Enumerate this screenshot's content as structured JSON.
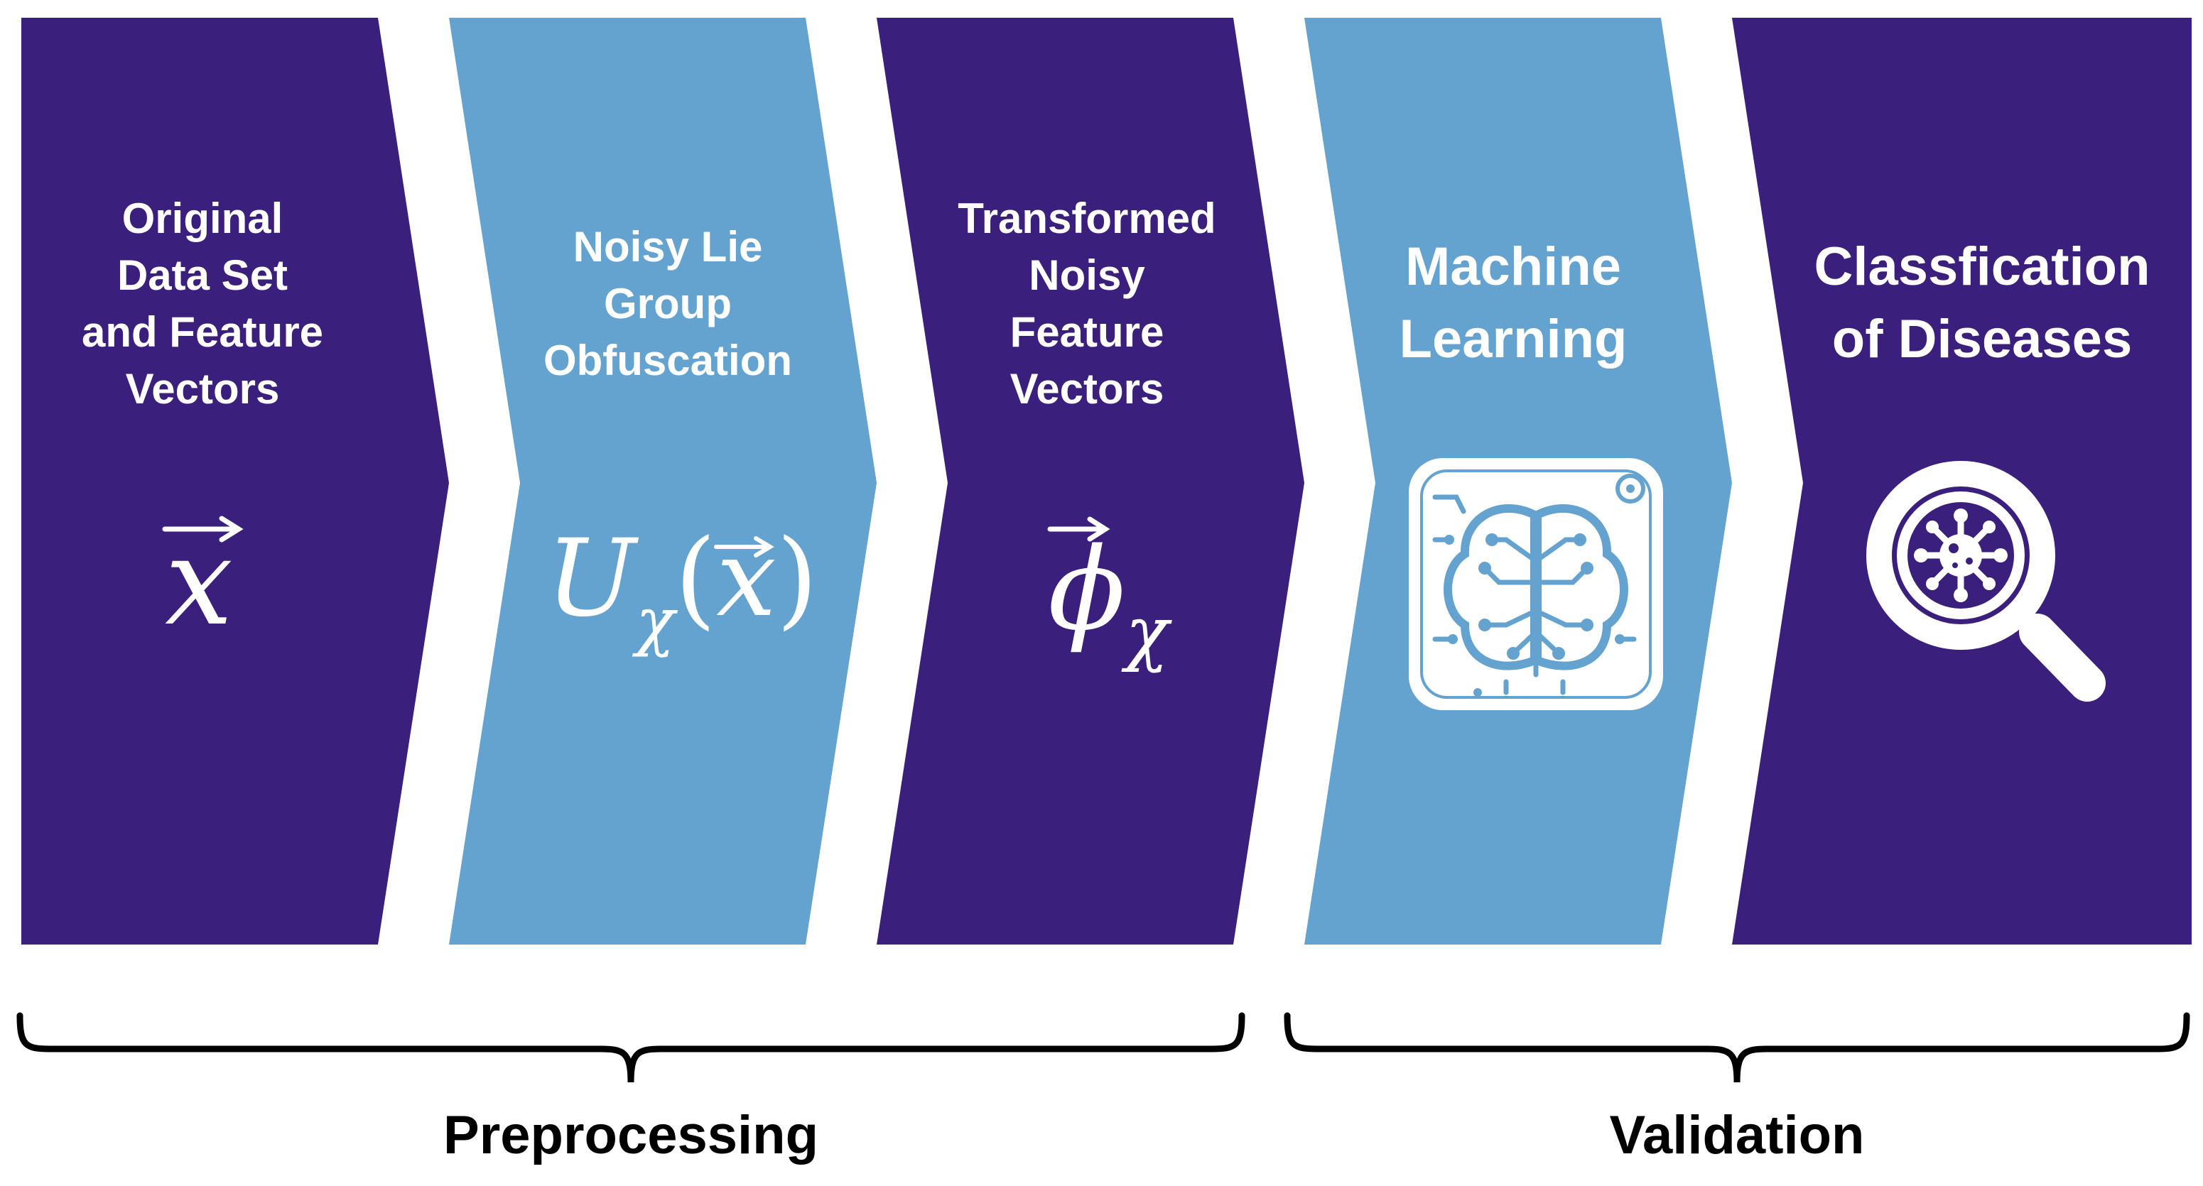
{
  "colors": {
    "dark": "#3a1f7c",
    "light": "#64a2cf",
    "white": "#ffffff",
    "black": "#000000"
  },
  "steps": [
    {
      "id": "original",
      "lines": [
        "Original",
        "Data Set",
        "and Feature",
        "Vectors"
      ],
      "symbol": "x"
    },
    {
      "id": "obfuscation",
      "lines": [
        "Noisy Lie",
        "Group",
        "Obfuscation"
      ],
      "symbol_main": "U",
      "symbol_sub": "χ",
      "symbol_arg": "x"
    },
    {
      "id": "transformed",
      "lines": [
        "Transformed",
        "Noisy",
        "Feature",
        "Vectors"
      ],
      "symbol_main": "ϕ",
      "symbol_sub": "χ"
    },
    {
      "id": "ml",
      "lines": [
        "Machine",
        "Learning"
      ],
      "icon": "brain-circuit-icon"
    },
    {
      "id": "classification",
      "lines": [
        "Classfication",
        "of Diseases"
      ],
      "icon": "magnifier-virus-icon"
    }
  ],
  "groups": {
    "preprocessing": "Preprocessing",
    "validation": "Validation"
  }
}
